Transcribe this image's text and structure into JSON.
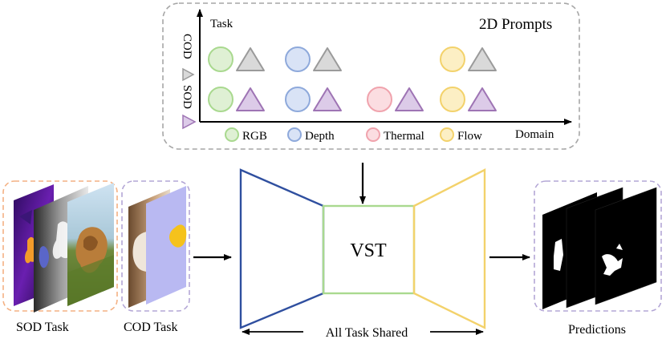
{
  "prompts_panel": {
    "title": "2D Prompts",
    "y_axis_label": "Task",
    "x_axis_label": "Domain",
    "task_rows": [
      "COD",
      "SOD"
    ],
    "domains": [
      {
        "label": "RGB",
        "color": "#a9d98f",
        "fill": "#dff0d4"
      },
      {
        "label": "Depth",
        "color": "#8ea9db",
        "fill": "#d9e3f6"
      },
      {
        "label": "Thermal",
        "color": "#f0a3ad",
        "fill": "#fbdde1"
      },
      {
        "label": "Flow",
        "color": "#f3d26b",
        "fill": "#fcefc4"
      }
    ],
    "cod_triangle": {
      "stroke": "#9a9a9a",
      "fill": "#d9d9d9"
    },
    "sod_triangle": {
      "stroke": "#9e74b4",
      "fill": "#dccbe8"
    }
  },
  "sod_task": {
    "label": "SOD Task",
    "border_color": "#f4b183"
  },
  "cod_task": {
    "label": "COD Task",
    "border_color": "#b4a7d6"
  },
  "model": {
    "center_label": "VST",
    "shared_label": "All Task Shared",
    "encoder_color": "#2f4f9f",
    "core_color": "#a9d98f",
    "decoder_color": "#f3d26b"
  },
  "predictions": {
    "label": "Predictions",
    "border_color": "#b4a7d6"
  }
}
